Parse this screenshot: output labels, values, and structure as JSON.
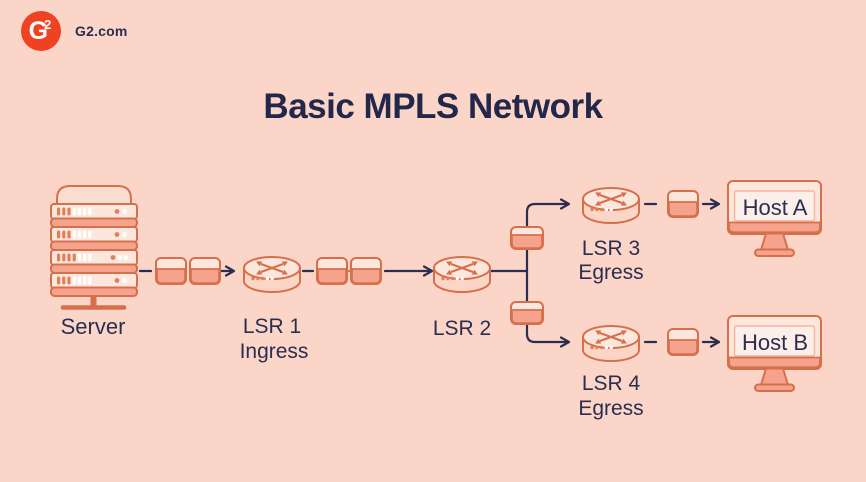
{
  "brand": {
    "logo_g": "G",
    "logo_2": "2",
    "name": "G2.com"
  },
  "title": "Basic MPLS Network",
  "colors": {
    "background": "#FBD5C8",
    "outline": "#D66F4B",
    "salmon": "#F5A38C",
    "light": "#FDE7DD",
    "navy": "#2B2E4F",
    "title": "#23284A",
    "logo_red": "#EF4223"
  },
  "icons": {
    "server": "server-rack-icon",
    "lsr": "router-cylinder-icon",
    "packet": "labeled-packet-icon",
    "host": "monitor-icon"
  },
  "nodes": [
    {
      "id": "server",
      "label": "Server"
    },
    {
      "id": "lsr1",
      "label": "LSR 1",
      "sublabel": "Ingress"
    },
    {
      "id": "lsr2",
      "label": "LSR 2"
    },
    {
      "id": "lsr3",
      "label": "LSR 3",
      "sublabel": "Egress"
    },
    {
      "id": "lsr4",
      "label": "LSR 4",
      "sublabel": "Egress"
    },
    {
      "id": "hostA",
      "label": "Host A"
    },
    {
      "id": "hostB",
      "label": "Host B"
    }
  ]
}
